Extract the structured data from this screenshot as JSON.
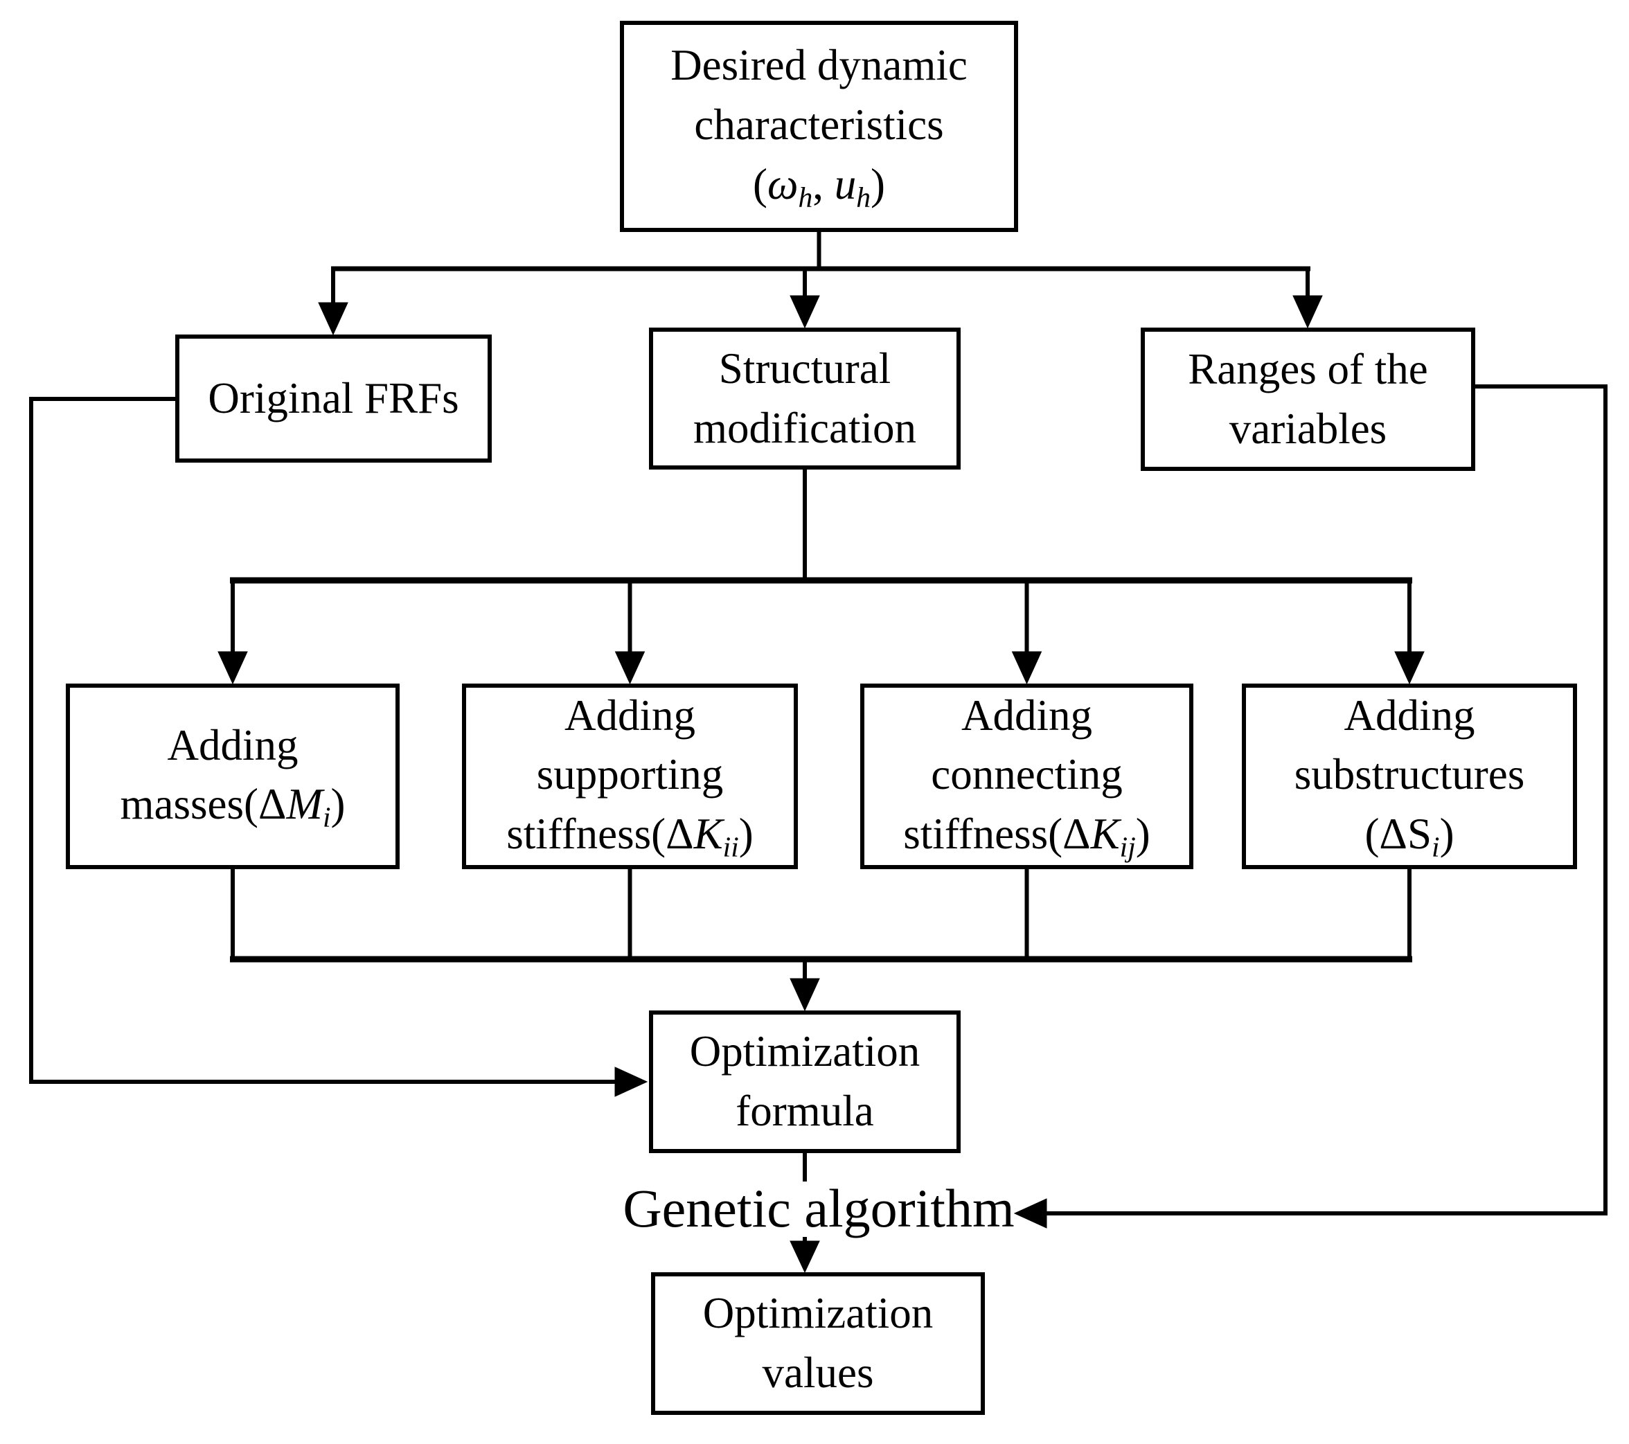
{
  "colors": {
    "line": "#000000",
    "background": "#ffffff",
    "box_fill": "#ffffff",
    "text": "#000000"
  },
  "nodes": {
    "desired": {
      "line1": "Desired dynamic",
      "line2": "characteristics",
      "math": {
        "open": "(",
        "var1": "ω",
        "sub1": "h",
        "sep": ", ",
        "var2": "u",
        "sub2": "h",
        "close": ")"
      }
    },
    "original_frfs": {
      "line1": "Original FRFs"
    },
    "structural_modification": {
      "line1": "Structural",
      "line2": "modification"
    },
    "ranges_of_variables": {
      "line1": "Ranges of the",
      "line2": "variables"
    },
    "adding_masses": {
      "line1": "Adding",
      "math": {
        "prefix": "masses(Δ",
        "var": "M",
        "sub": "i",
        "close": ")"
      }
    },
    "adding_supporting_stiffness": {
      "line1": "Adding",
      "line2": "supporting",
      "math": {
        "prefix": "stiffness(Δ",
        "var": "K",
        "sub": "ii",
        "close": ")"
      }
    },
    "adding_connecting_stiffness": {
      "line1": "Adding",
      "line2": "connecting",
      "math": {
        "prefix": "stiffness(Δ",
        "var": "K",
        "sub": "ij",
        "close": ")"
      }
    },
    "adding_substructures": {
      "line1": "Adding",
      "line2": "substructures",
      "math": {
        "prefix": "(Δ",
        "var": "S",
        "sub": "i",
        "close": ")"
      }
    },
    "optimization_formula": {
      "line1": "Optimization",
      "line2": "formula"
    },
    "genetic_algorithm": {
      "label": "Genetic algorithm"
    },
    "optimization_values": {
      "line1": "Optimization",
      "line2": "values"
    }
  }
}
